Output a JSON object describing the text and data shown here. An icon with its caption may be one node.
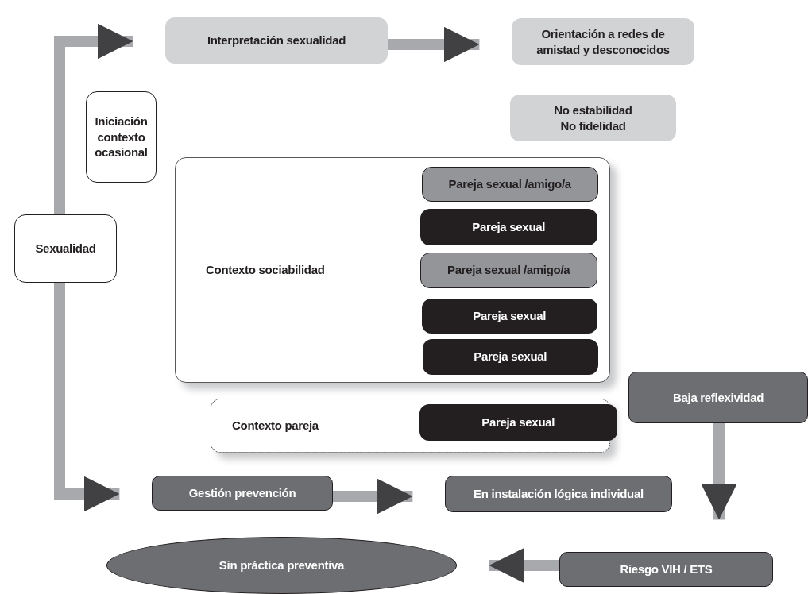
{
  "diagram": {
    "nodes": [
      {
        "text": [
          "Sexualidad"
        ]
      },
      {
        "text": [
          "Iniciación contexto ocasional"
        ]
      },
      {
        "text": [
          "Interpretación sexualidad"
        ]
      },
      {
        "text": [
          "Orientación a redes de amistad y desconocidos"
        ]
      },
      {
        "text": [
          "No estabilidad No fidelidad"
        ]
      },
      {
        "text": [
          "Contexto sociabilidad"
        ]
      },
      {
        "text": [
          "Pareja sexual /amigo/a"
        ],
        "in": 5
      },
      {
        "text": [
          "Pareja sexual"
        ],
        "in": 5
      },
      {
        "text": [
          "Pareja sexual /amigo/a"
        ],
        "in": 5
      },
      {
        "text": [
          "Pareja sexual"
        ],
        "in": 5
      },
      {
        "text": [
          "Pareja sexual"
        ],
        "in": 5
      },
      {
        "text": [
          "Contexto pareja"
        ]
      },
      {
        "text": [
          "Pareja sexual"
        ],
        "in": 11
      },
      {
        "text": [
          "Baja reflexividad"
        ]
      },
      {
        "text": [
          "Gestión prevención"
        ]
      },
      {
        "text": [
          "En instalación lógica individual"
        ]
      },
      {
        "text": [
          "Riesgo VIH / ETS"
        ]
      },
      {
        "text": [
          "Sin práctica preventiva"
        ]
      }
    ],
    "edges": [
      {
        "from": 0,
        "to": 2,
        "arrow": "to"
      },
      {
        "from": 0,
        "to": 14,
        "arrow": "to"
      },
      {
        "from": 2,
        "to": 3,
        "arrow": "to"
      },
      {
        "from": 14,
        "to": 15,
        "arrow": "to"
      },
      {
        "from": 13,
        "to": 16,
        "arrow": "to"
      },
      {
        "from": 16,
        "to": 17,
        "arrow": "to"
      }
    ]
  }
}
